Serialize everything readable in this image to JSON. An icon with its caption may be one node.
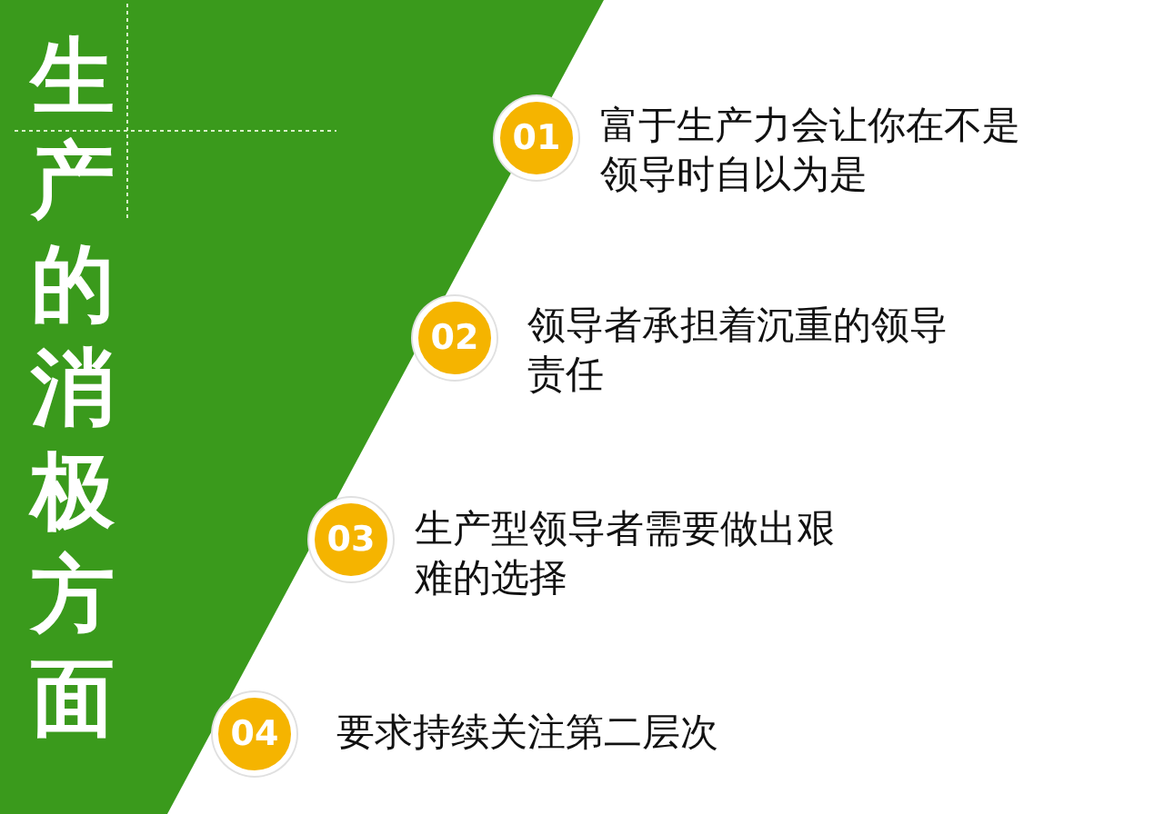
{
  "diagram": {
    "title": "生产的消极方面",
    "nodes": [
      {
        "text": [
          "01"
        ],
        "beside": [
          "富于生产力会让你在不是领导时自以为是"
        ]
      },
      {
        "text": [
          "02"
        ],
        "beside": [
          "领导者承担着沉重的领导责任"
        ]
      },
      {
        "text": [
          "03"
        ],
        "beside": [
          "生产型领导者需要做出艰难的选择"
        ]
      },
      {
        "text": [
          "04"
        ],
        "beside": [
          "要求持续关注第二层次"
        ]
      }
    ]
  }
}
